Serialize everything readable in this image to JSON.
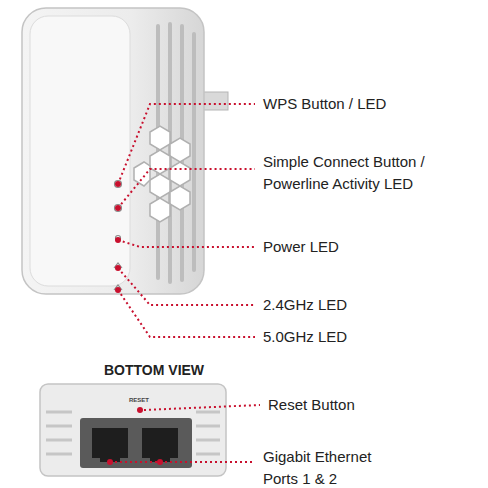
{
  "diagram": {
    "labels": [
      "WPS Button / LED",
      "Simple Connect Button / Powerline Activity LED",
      "Power LED",
      "2.4GHz LED",
      "5.0GHz LED",
      "BOTTOM VIEW",
      "RESET",
      "Reset Button",
      "Gigabit Ethernet Ports 1 & 2"
    ]
  }
}
